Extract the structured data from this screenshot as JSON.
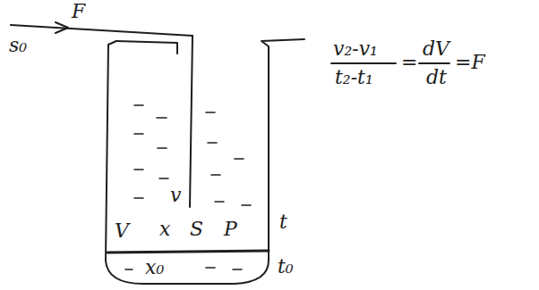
{
  "diagram": {
    "labels": [
      "F",
      "s₀",
      "v",
      "v₂-v₁",
      "t₂-t₁",
      "=",
      "dV",
      "dt",
      "=F",
      "V",
      "x",
      "S",
      "P",
      "t",
      "x₀",
      "t₀"
    ]
  }
}
